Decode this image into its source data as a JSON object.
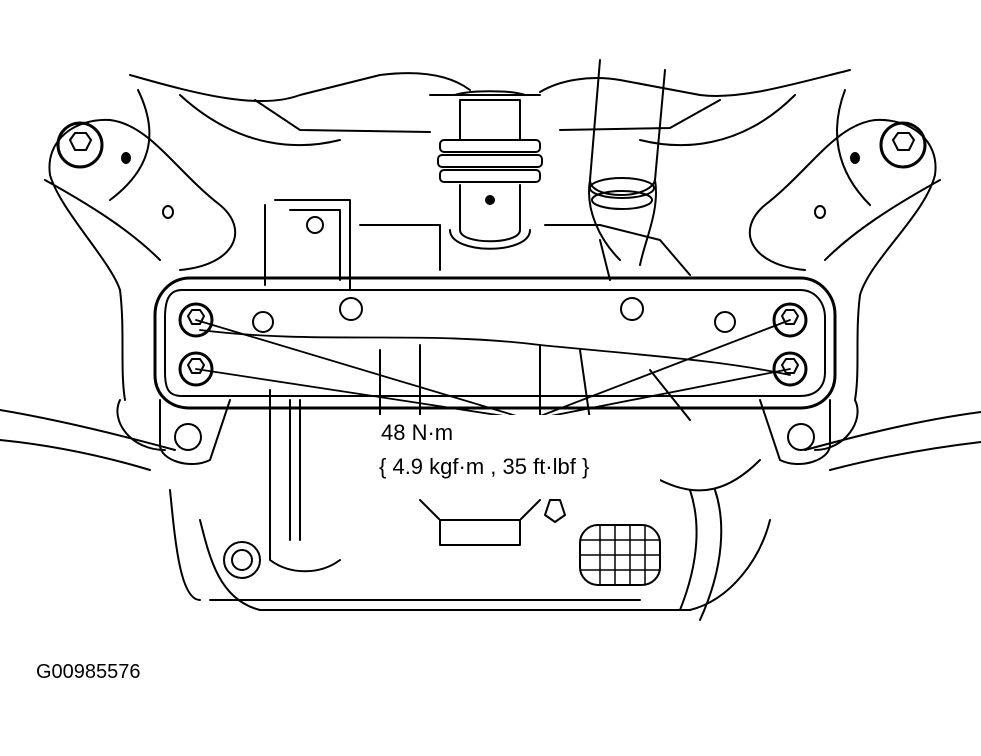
{
  "torque": {
    "value": "48 N·m",
    "alternate": "{ 4.9 kgf·m , 35 ft·lbf }"
  },
  "figure_id": "G00985576",
  "line_color": "#000000",
  "background_color": "#ffffff"
}
